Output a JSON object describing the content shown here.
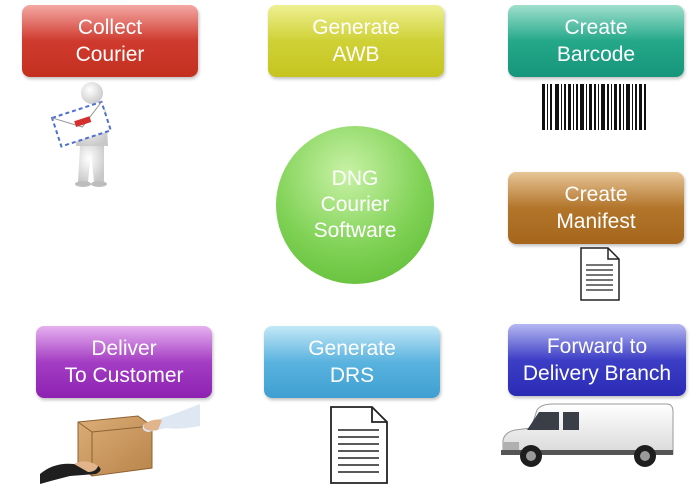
{
  "nodes": {
    "collect": [
      "Collect",
      "Courier"
    ],
    "awb": [
      "Generate",
      "AWB"
    ],
    "barcode": [
      "Create",
      "Barcode"
    ],
    "manifest": [
      "Create",
      "Manifest"
    ],
    "deliver": [
      "Deliver",
      "To Customer"
    ],
    "drs": [
      "Generate",
      "DRS"
    ],
    "forward": [
      "Forward to",
      "Delivery Branch"
    ]
  },
  "center": [
    "DNG",
    "Courier",
    "Software"
  ],
  "colors": {
    "collect": "#cf3a2e",
    "awb": "#cfd136",
    "barcode": "#25a88a",
    "manifest": "#b2752a",
    "deliver": "#a43dc4",
    "drs": "#5ab3df",
    "forward": "#3d3ec6",
    "center": "#7ed154"
  },
  "icons": {
    "collect": "person-with-envelope-icon",
    "barcode": "barcode-icon",
    "manifest": "document-icon",
    "drs": "document-icon",
    "forward": "delivery-van-icon",
    "deliver": "package-handover-icon"
  }
}
